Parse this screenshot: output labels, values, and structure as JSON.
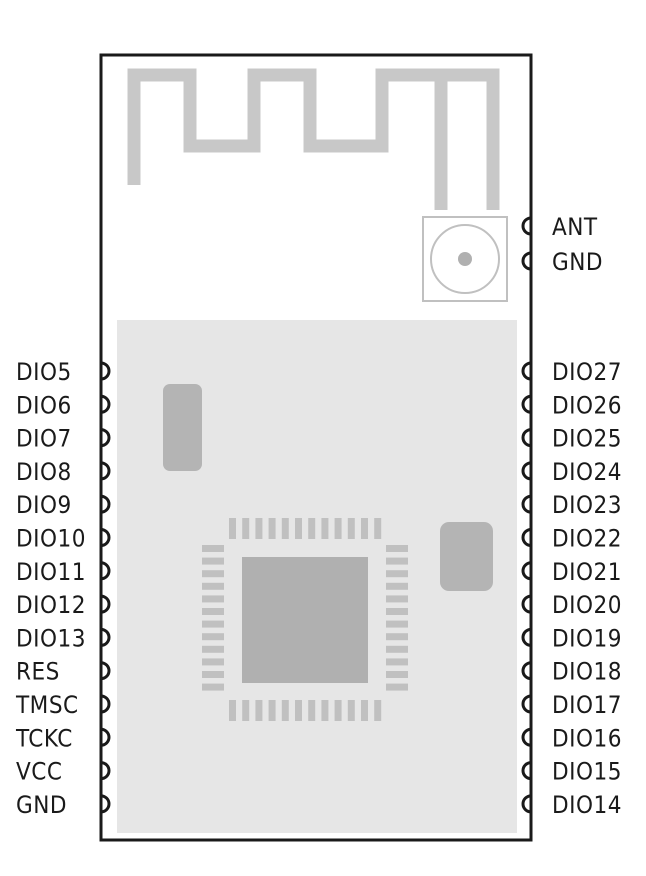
{
  "left_pins": [
    "DIO5",
    "DIO6",
    "DIO7",
    "DIO8",
    "DIO9",
    "DIO10",
    "DIO11",
    "DIO12",
    "DIO13",
    "RES",
    "TMSC",
    "TCKC",
    "VCC",
    "GND"
  ],
  "right_pins_top": [
    "ANT",
    "GND"
  ],
  "right_pins": [
    "DIO27",
    "DIO26",
    "DIO25",
    "DIO24",
    "DIO23",
    "DIO22",
    "DIO21",
    "DIO20",
    "DIO19",
    "DIO18",
    "DIO17",
    "DIO16",
    "DIO15",
    "DIO14"
  ],
  "colors": {
    "outline": "#1a1a1a",
    "shield": "#e6e6e6",
    "antenna_trace": "#c8c8c8",
    "component": "#b4b4b4",
    "chip_pad": "#c0c0c0",
    "chip_die": "#b0b0b0"
  }
}
